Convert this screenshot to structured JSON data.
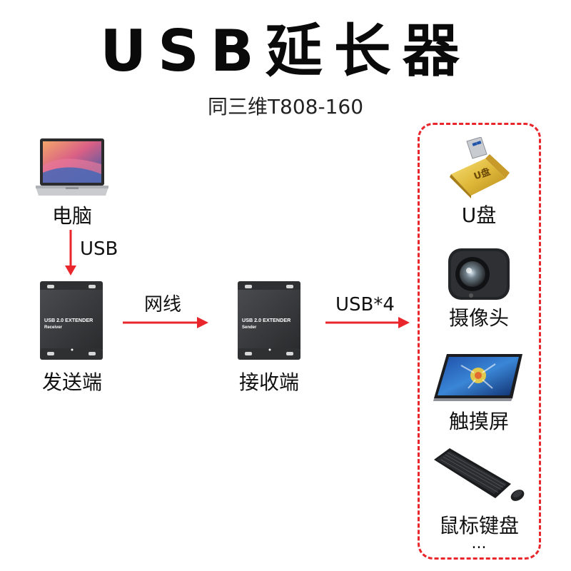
{
  "title": "USB延长器",
  "subtitle": "同三维T808-160",
  "computer": {
    "label": "电脑"
  },
  "link_usb": {
    "label": "USB"
  },
  "sender": {
    "label": "发送端",
    "model": "USB 2.0 EXTENDER",
    "role": "Receiver"
  },
  "cable": {
    "label": "网线"
  },
  "receiver": {
    "label": "接收端",
    "model": "USB 2.0 EXTENDER",
    "role": "Sender"
  },
  "link_usb4": {
    "label": "USB*4"
  },
  "devices": {
    "udisk": {
      "label": "U盘",
      "badge": "U盘"
    },
    "camera": {
      "label": "摄像头"
    },
    "touchscreen": {
      "label": "触摸屏"
    },
    "keyboard": {
      "label": "鼠标键盘"
    },
    "more": "..."
  },
  "colors": {
    "accent": "#e8262b",
    "device_body": "#3a3b3d",
    "text": "#111111"
  }
}
